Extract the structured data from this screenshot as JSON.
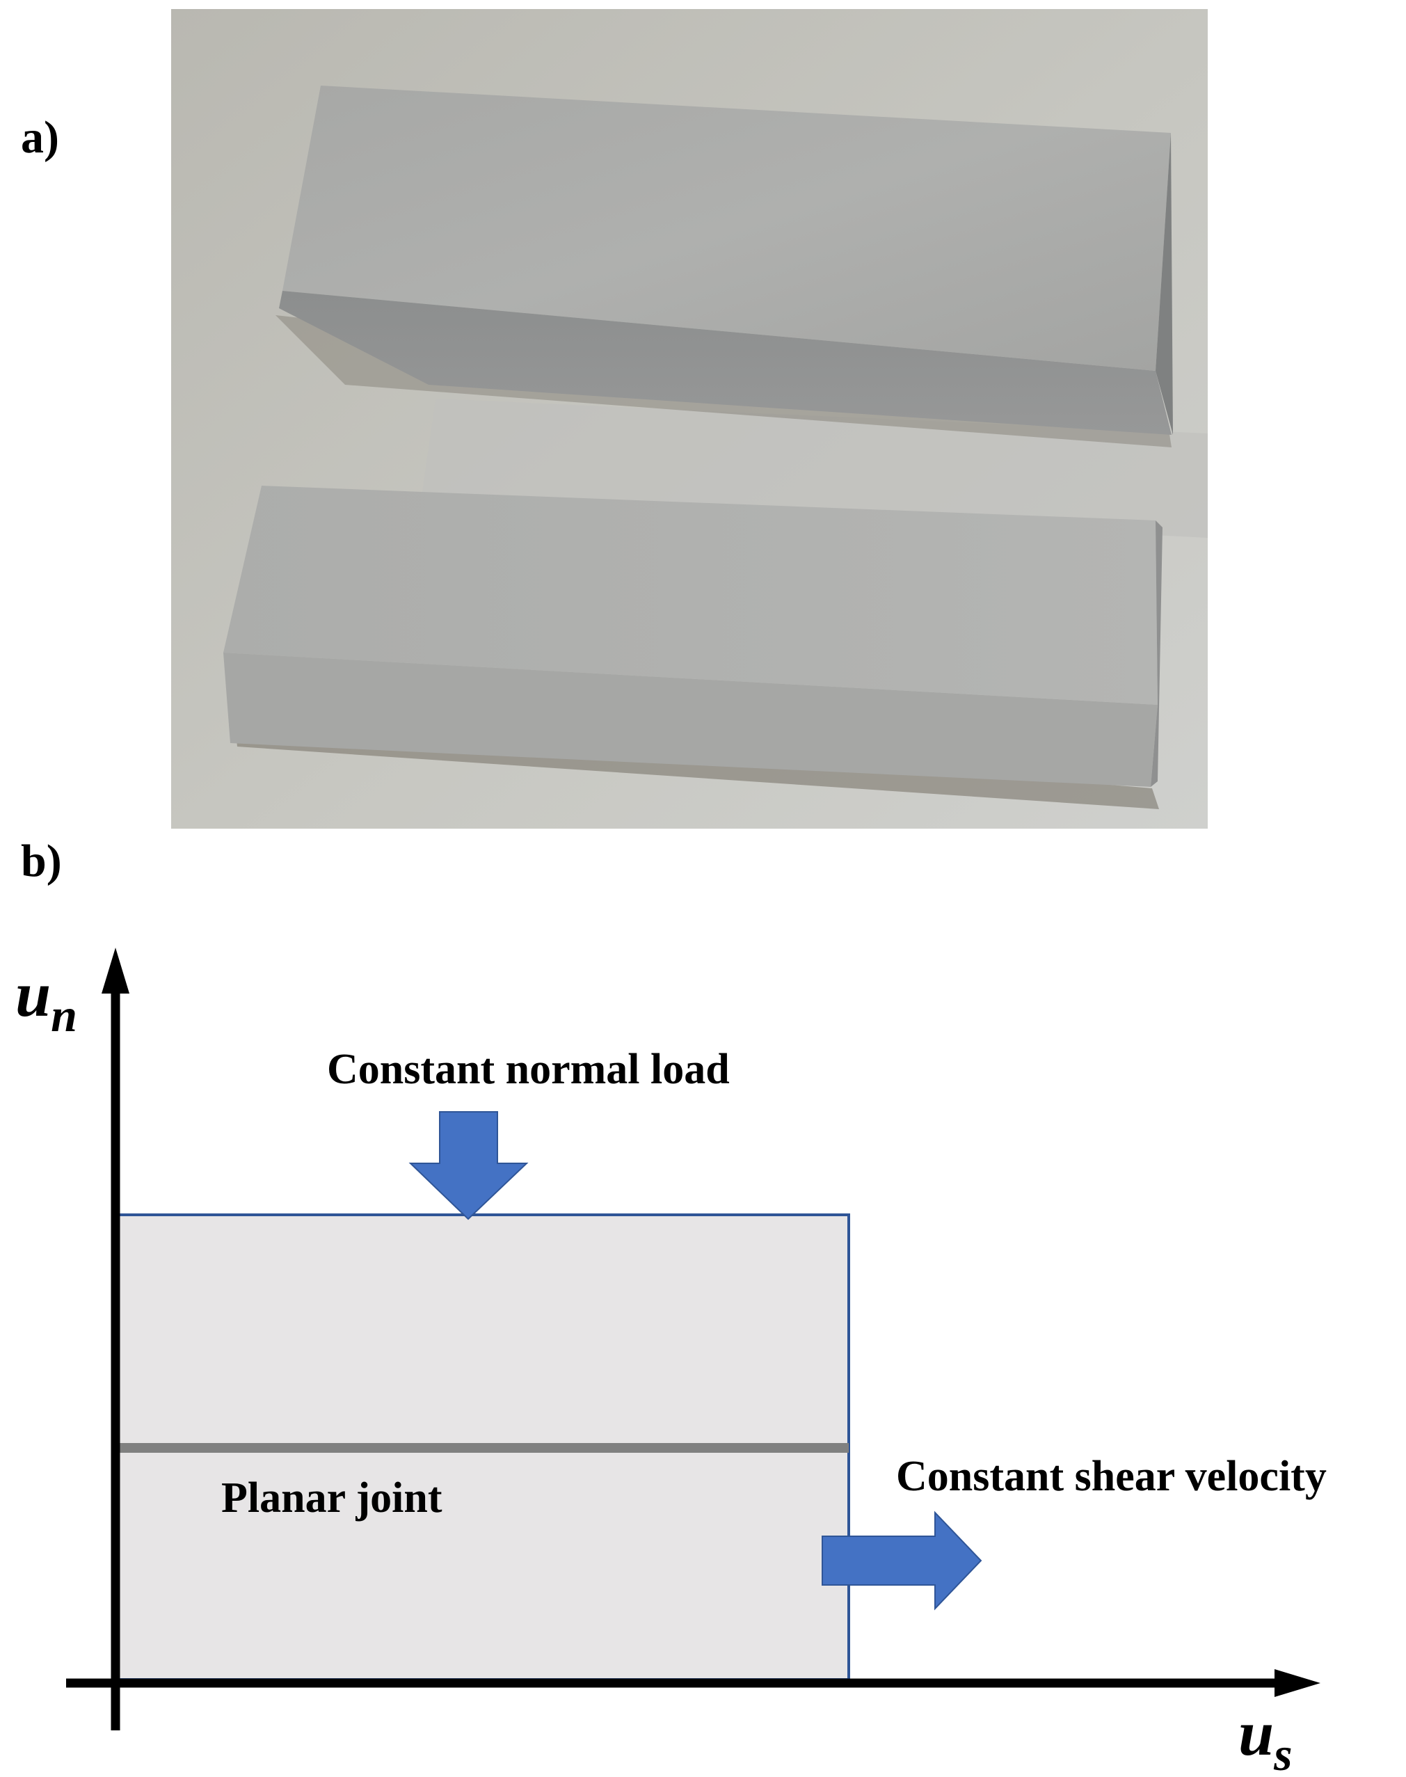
{
  "panels": {
    "a_label": "a)",
    "b_label": "b)"
  },
  "diagram": {
    "y_axis_symbol": "u",
    "y_axis_subscript": "n",
    "x_axis_symbol": "u",
    "x_axis_subscript": "s",
    "top_load_label": "Constant normal load",
    "shear_label": "Constant shear velocity",
    "joint_label": "Planar joint"
  },
  "colors": {
    "arrow": "#4472C4",
    "specimen_fill": "#E7E5E6",
    "specimen_border": "#2F5597",
    "joint_line": "#808080",
    "axes": "#000000"
  }
}
